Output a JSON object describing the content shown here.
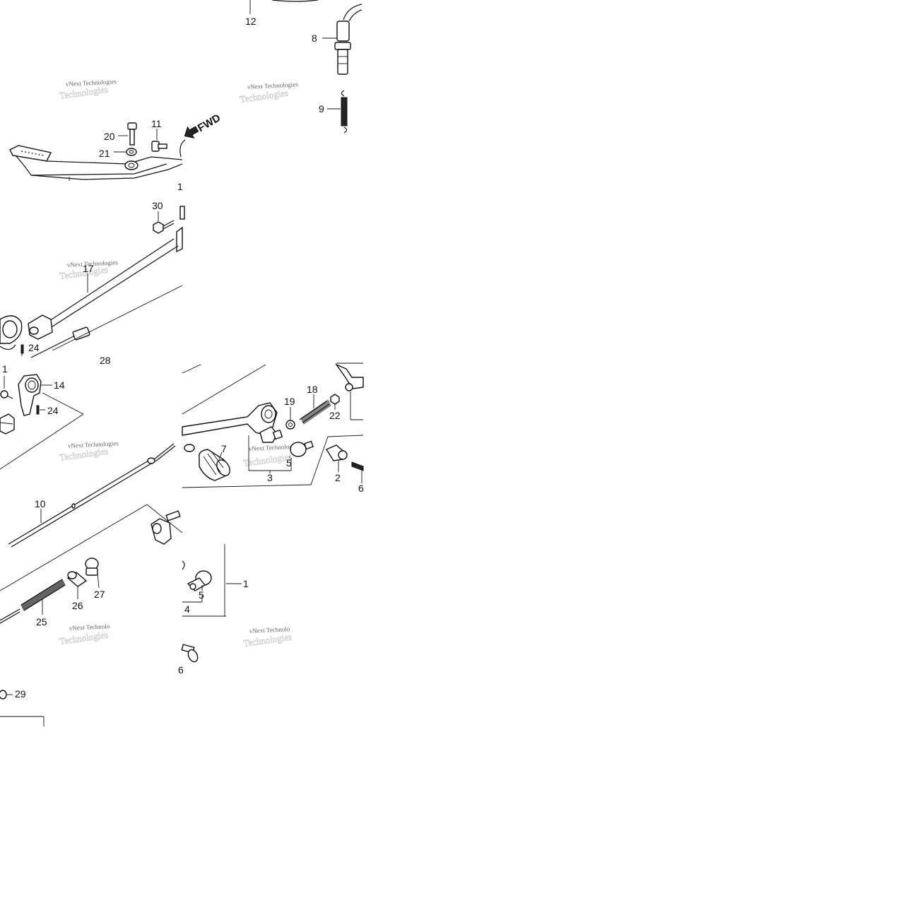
{
  "diagram": {
    "fwd_label": "FWD",
    "watermark_text": "vNext Technologies",
    "watermark_text_truncated": "vNext Technolo",
    "callouts": {
      "c12": "12",
      "c8": "8",
      "c9": "9",
      "c20": "20",
      "c21": "21",
      "c11": "11",
      "c1a": "1",
      "c30": "30",
      "c17": "17",
      "c24a": "24",
      "c28": "28",
      "c1b": "1",
      "c14": "14",
      "c24b": "24",
      "c18": "18",
      "c19": "19",
      "c22": "22",
      "c7": "7",
      "c5a": "5",
      "c3": "3",
      "c2": "2",
      "c6": "6",
      "c10": "10",
      "c27": "27",
      "c26": "26",
      "c25": "25",
      "c5b": "5",
      "c4": "4",
      "c1c": "1",
      "c6b": "6",
      "c29": "29"
    }
  }
}
